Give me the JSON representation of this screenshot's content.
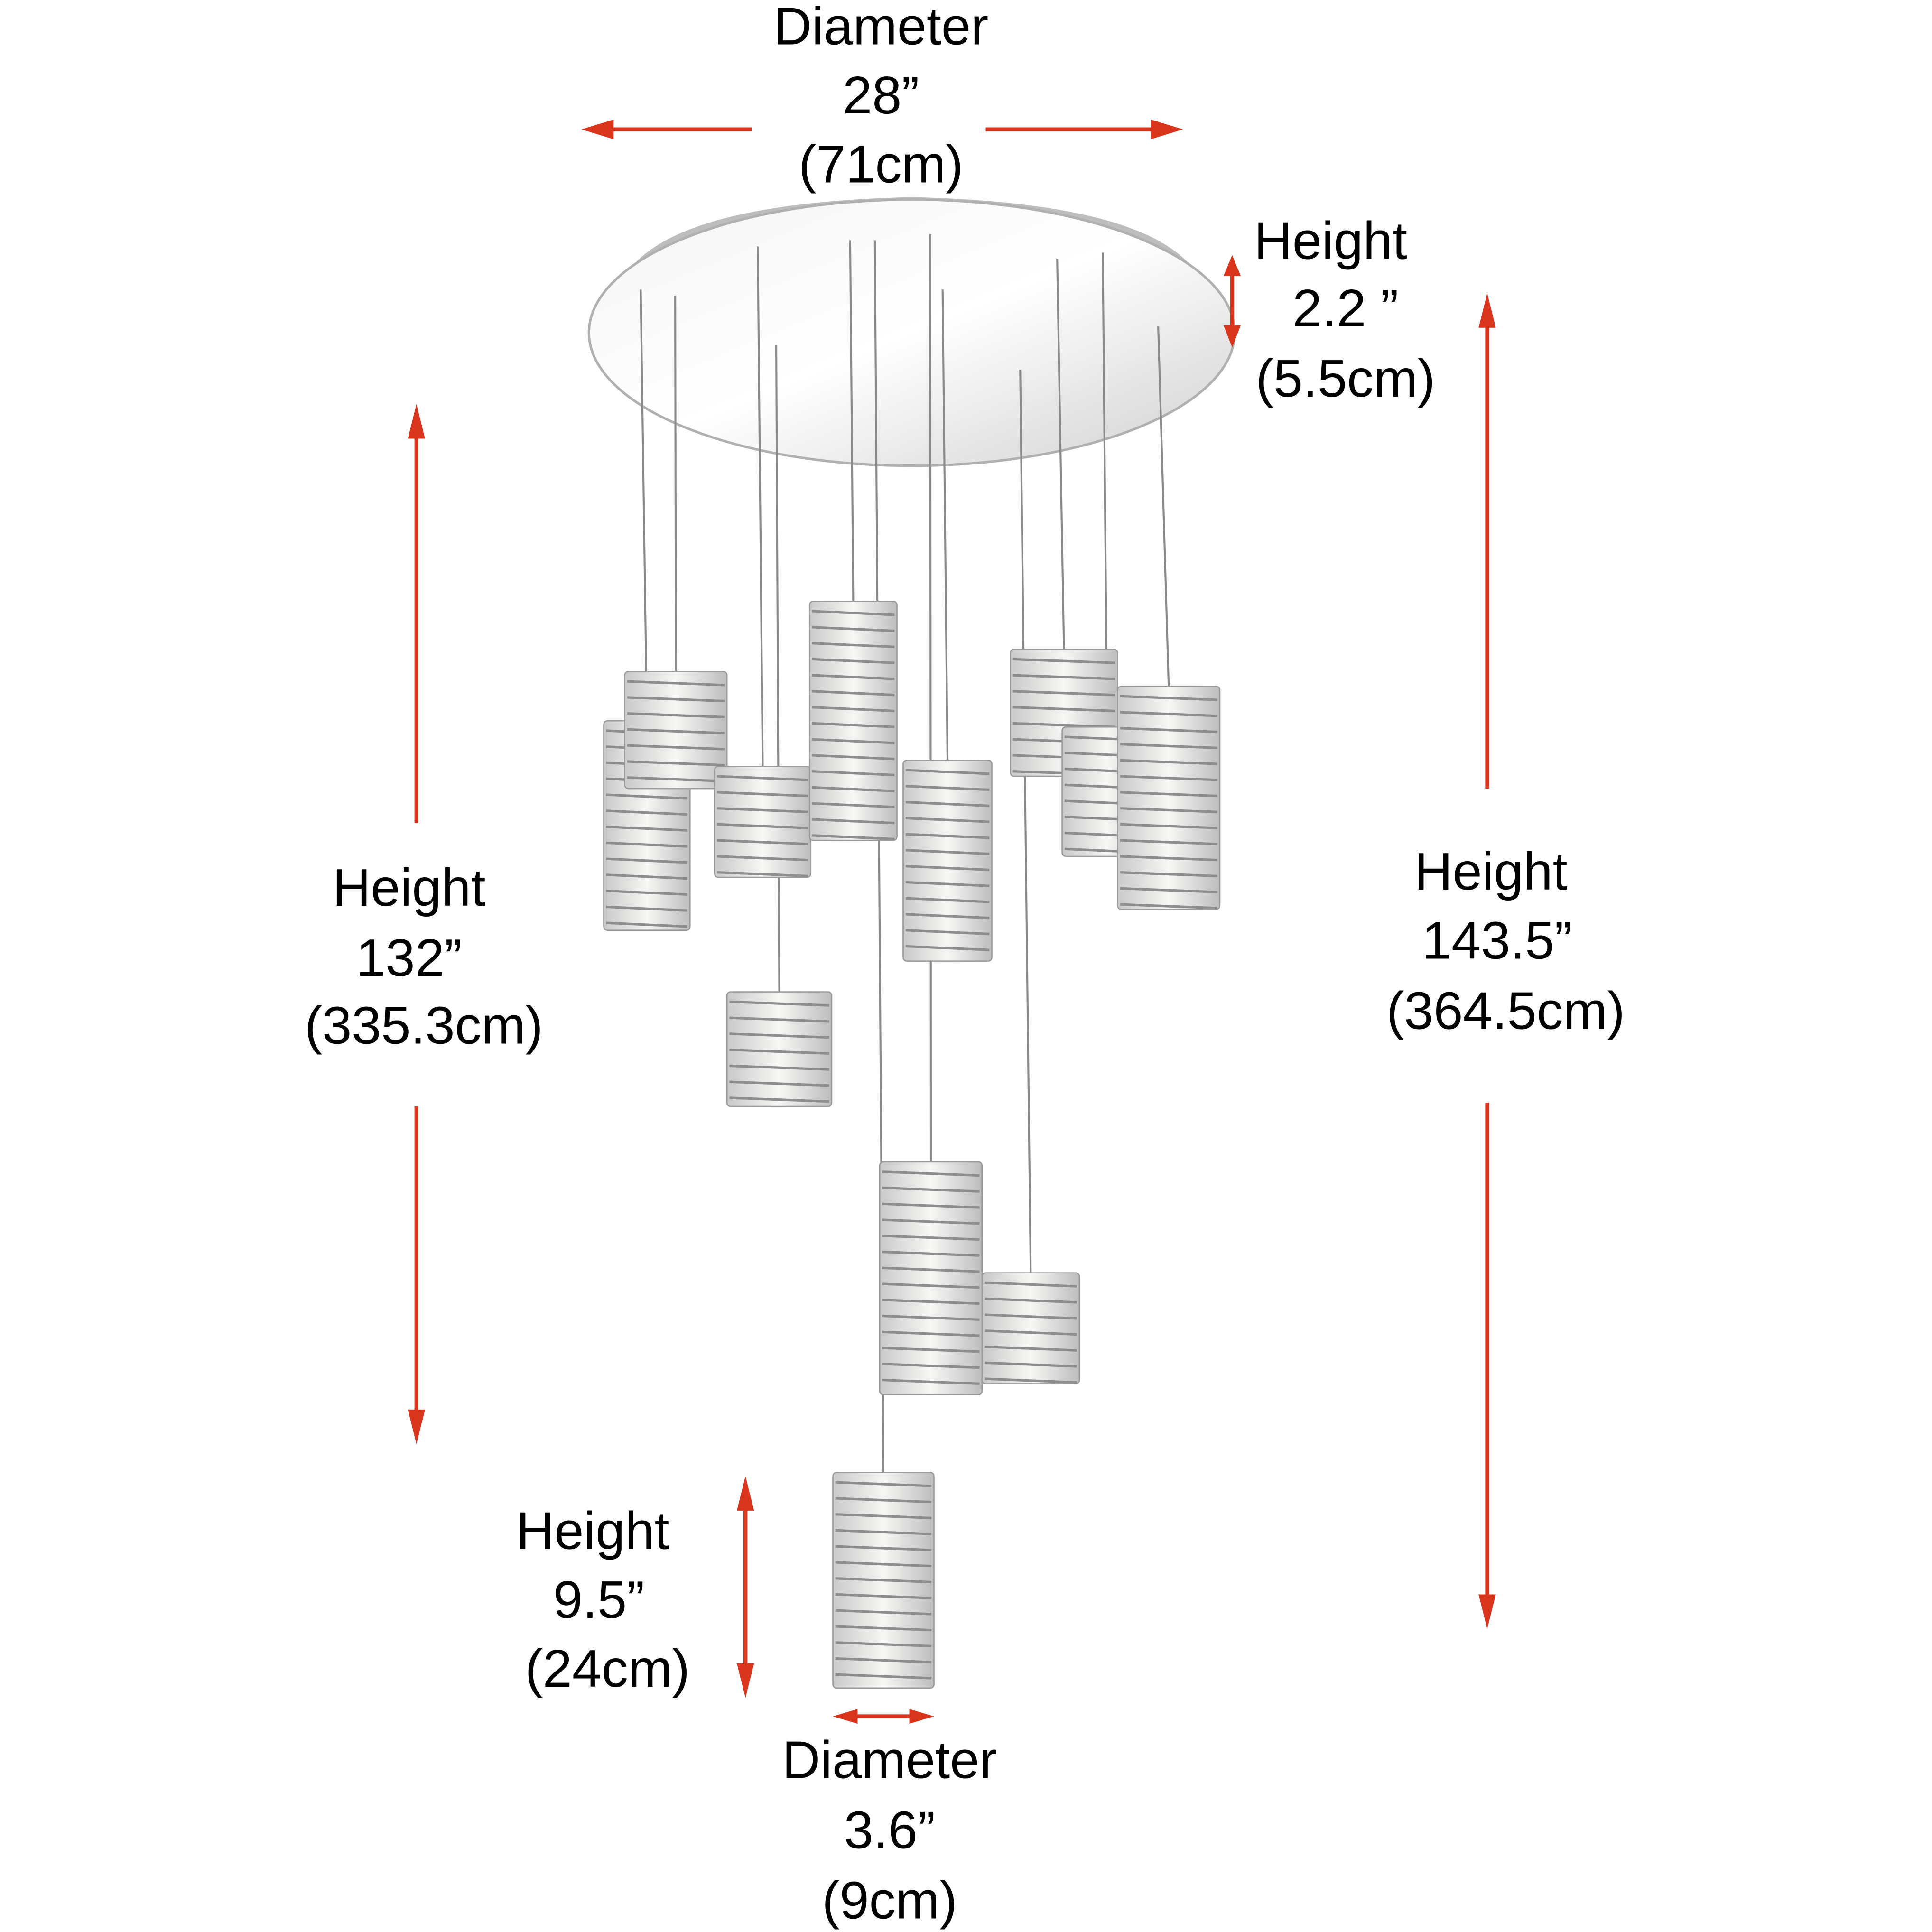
{
  "dimensions": {
    "canopy_diameter": {
      "label": "Diameter",
      "inches": "28”",
      "cm": "(71cm)"
    },
    "canopy_height": {
      "label": "Height",
      "inches": "2.2 ”",
      "cm": "(5.5cm)"
    },
    "min_height": {
      "label": "Height",
      "inches": "132”",
      "cm": "(335.3cm)"
    },
    "max_height": {
      "label": "Height",
      "inches": "143.5”",
      "cm": "(364.5cm)"
    },
    "pendant_height": {
      "label": "Height",
      "inches": "9.5”",
      "cm": "(24cm)"
    },
    "pendant_diameter": {
      "label": "Diameter",
      "inches": "3.6”",
      "cm": "(9cm)"
    }
  },
  "colors": {
    "arrow": "#d9341c",
    "text": "#000000",
    "chrome": "#d8d8d8"
  }
}
